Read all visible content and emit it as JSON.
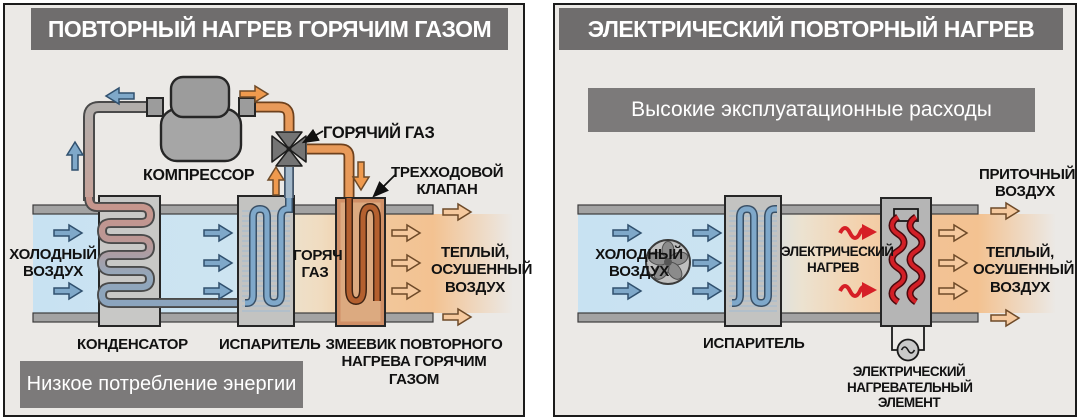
{
  "left": {
    "title": "ПОВТОРНЫЙ НАГРЕВ ГОРЯЧИМ ГАЗОМ",
    "note": "Низкое потребление энергии",
    "compressor": "КОМПРЕССОР",
    "hot_gas_callout": "ГОРЯЧИЙ ГАЗ",
    "valve_callout": "ТРЕХХОДОВОЙ\nКЛАПАН",
    "cold_air": "ХОЛОДНЫЙ\nВОЗДУХ",
    "condenser": "КОНДЕНСАТОР",
    "evaporator": "ИСПАРИТЕЛЬ",
    "hot_gas_duct": "ГОРЯЧ\nГАЗ",
    "reheat_caption": "ЗМЕЕВИК ПОВТОРНОГО\nНАГРЕВА ГОРЯЧИМ ГАЗОМ",
    "warm_air": "ТЕПЛЫЙ,\nОСУШЕННЫЙ\nВОЗДУХ"
  },
  "right": {
    "title": "ЭЛЕКТРИЧЕСКИЙ ПОВТОРНЫЙ НАГРЕВ",
    "note": "Высокие эксплуатационные расходы",
    "cold_air": "ХОЛОДНЫЙ\nВОЗДУХ",
    "evaporator": "ИСПАРИТЕЛЬ",
    "electric_heat": "ЭЛЕКТРИЧЕСКИЙ\nНАГРЕВ",
    "supply_air": "ПРИТОЧНЫЙ\nВОЗДУХ",
    "warm_air": "ТЕПЛЫЙ,\nОСУШЕННЫЙ\nВОЗДУХ",
    "heater_caption": "ЭЛЕКТРИЧЕСКИЙ\nНАГРЕВАТЕЛЬНЫЙ\nЭЛЕМЕНТ"
  },
  "colors": {
    "header_bg": "#6f6d6d",
    "note_bg": "#7c7a7a",
    "panel_bg": "#ebe9e6",
    "cold_air": "#c8e2f2",
    "warm_air": "#f3c291",
    "blue_arrow": "#7fa8c9",
    "orange_arrow": "#f5c99e",
    "hot_gas_pipe": "#e89a5a",
    "copper_coil": "#d08f66",
    "red_heater": "#d21f26"
  }
}
